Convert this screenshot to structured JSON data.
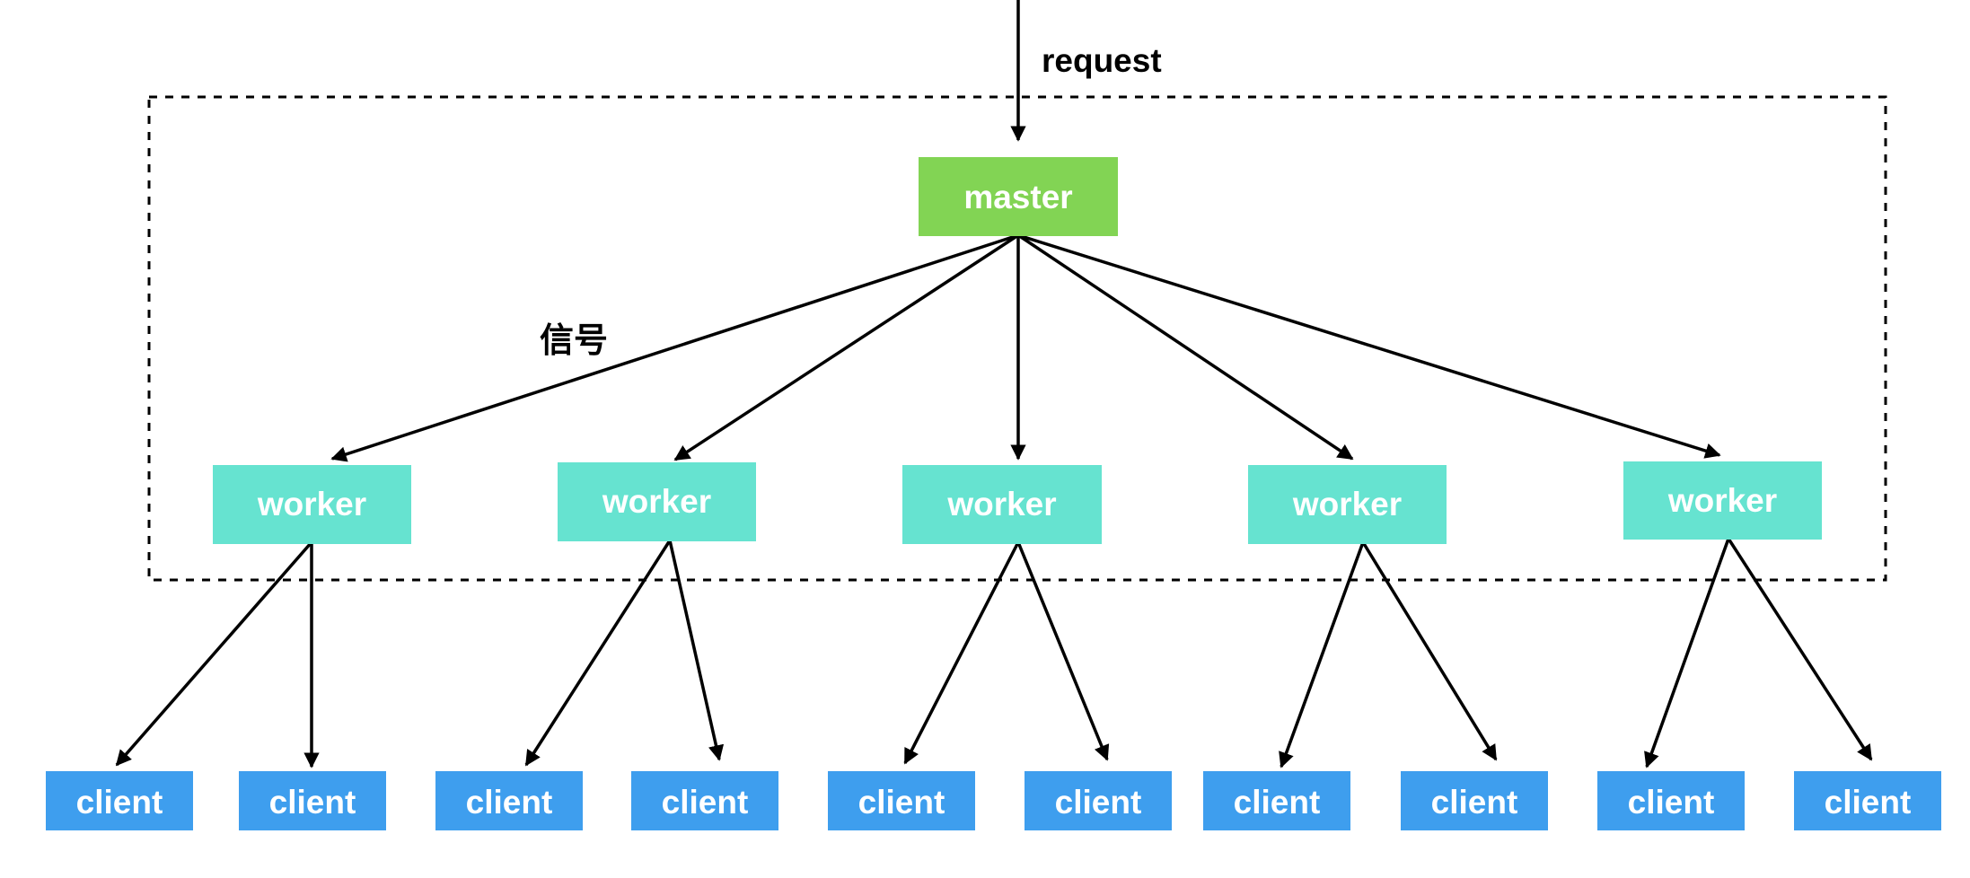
{
  "colors": {
    "background": "#ffffff",
    "master_fill": "#82d454",
    "worker_fill": "#66e3d0",
    "client_fill": "#3e9eee",
    "node_text": "#ffffff",
    "line": "#000000"
  },
  "labels": {
    "request": "request",
    "signal": "信号"
  },
  "nodes": {
    "master": "master",
    "workers": [
      "worker",
      "worker",
      "worker",
      "worker",
      "worker"
    ],
    "clients": [
      "client",
      "client",
      "client",
      "client",
      "client",
      "client",
      "client",
      "client",
      "client",
      "client"
    ]
  },
  "edges": [
    {
      "from": "request-source",
      "to": "master"
    },
    {
      "from": "master",
      "to": "worker-1"
    },
    {
      "from": "master",
      "to": "worker-2"
    },
    {
      "from": "master",
      "to": "worker-3"
    },
    {
      "from": "master",
      "to": "worker-4"
    },
    {
      "from": "master",
      "to": "worker-5"
    },
    {
      "from": "worker-1",
      "to": "client-1"
    },
    {
      "from": "worker-1",
      "to": "client-2"
    },
    {
      "from": "worker-2",
      "to": "client-3"
    },
    {
      "from": "worker-2",
      "to": "client-4"
    },
    {
      "from": "worker-3",
      "to": "client-5"
    },
    {
      "from": "worker-3",
      "to": "client-6"
    },
    {
      "from": "worker-4",
      "to": "client-7"
    },
    {
      "from": "worker-4",
      "to": "client-8"
    },
    {
      "from": "worker-5",
      "to": "client-9"
    },
    {
      "from": "worker-5",
      "to": "client-10"
    }
  ]
}
